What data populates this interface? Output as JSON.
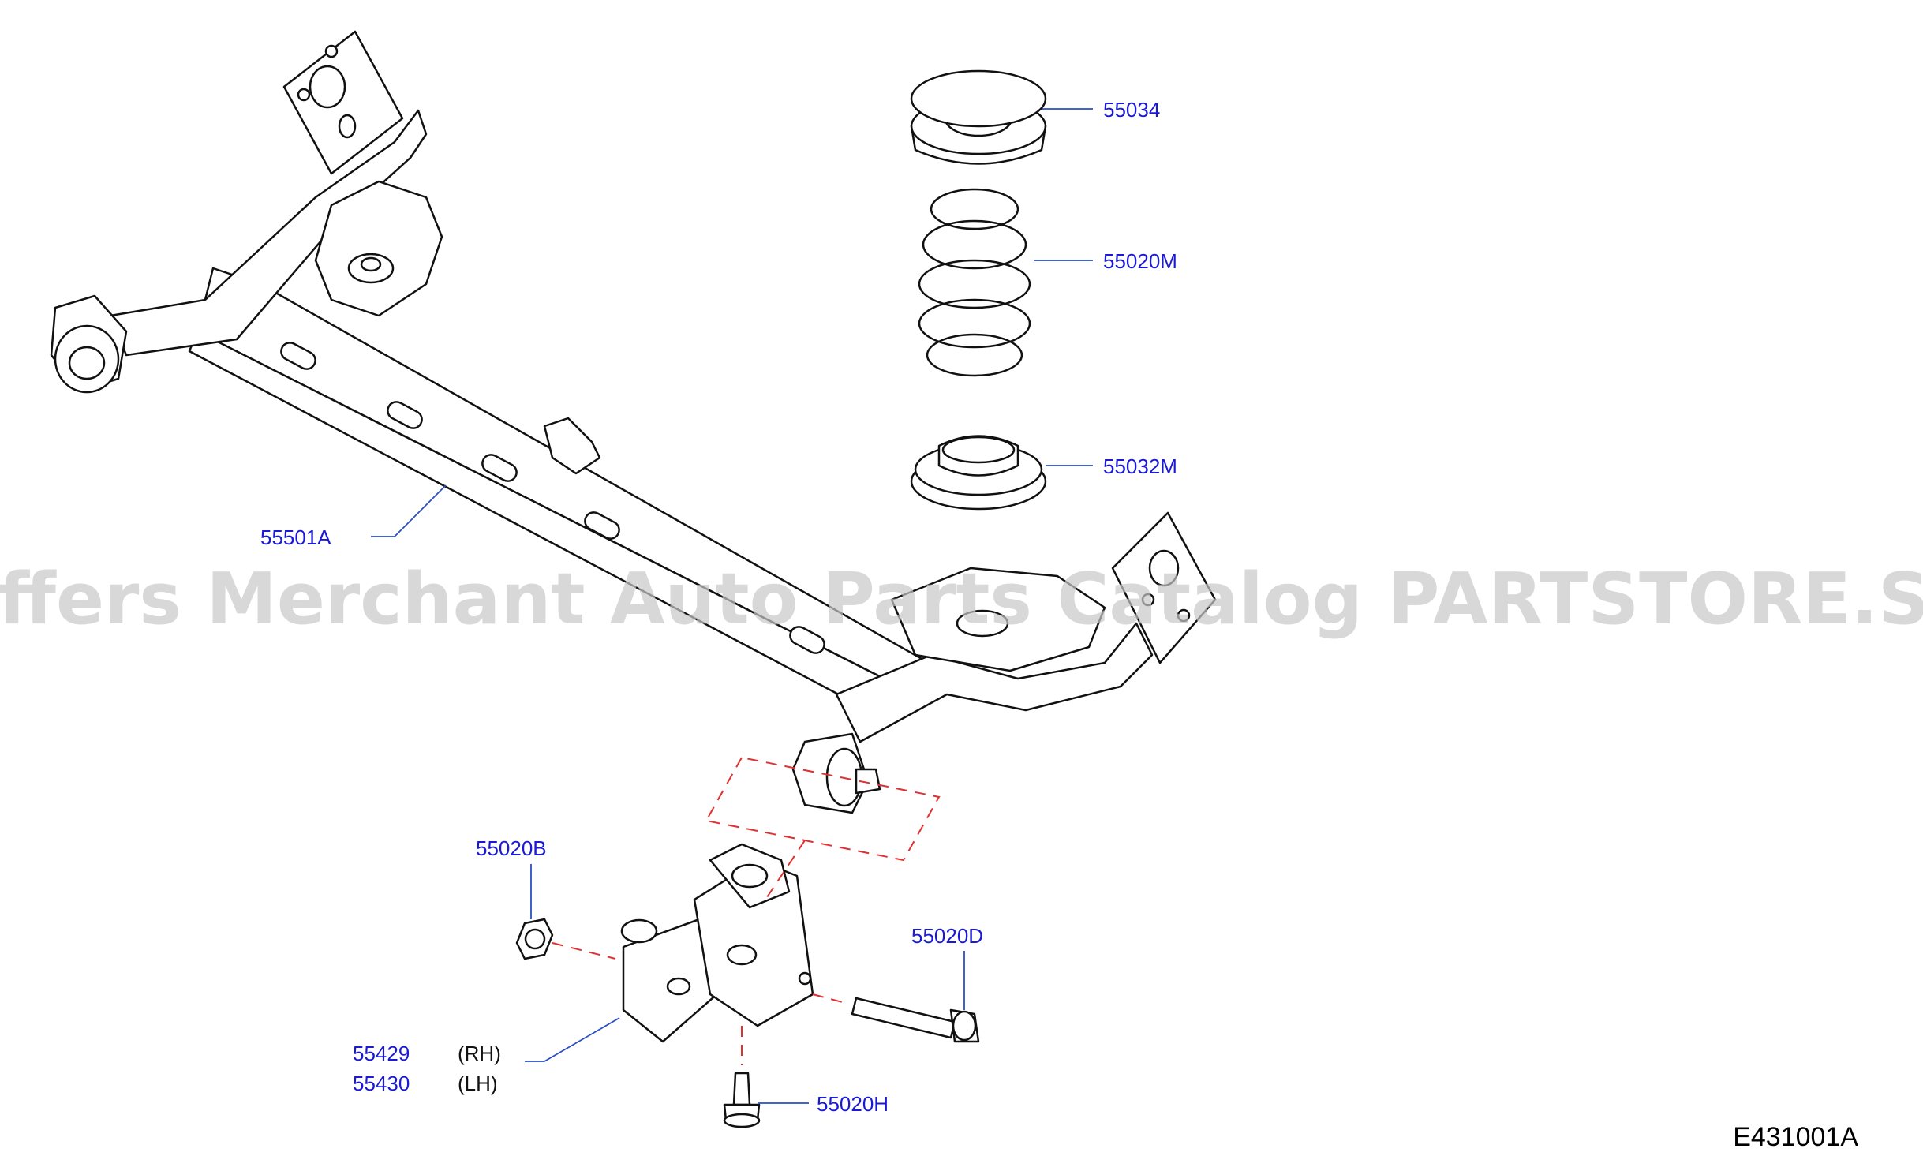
{
  "labels": {
    "p55034": "55034",
    "p55020M": "55020M",
    "p55032M": "55032M",
    "p55501A": "55501A",
    "p55020B": "55020B",
    "p55020D": "55020D",
    "p55429": "55429",
    "p55429_side": "(RH)",
    "p55430": "55430",
    "p55430_side": "(LH)",
    "p55020H": "55020H"
  },
  "diagram_code": "E431001A",
  "watermark": "Offers Merchant Auto Parts Catalog PARTSTORE.SA",
  "colors": {
    "label_blue": "#1a1ad6",
    "leader_blue": "#2b4fc4",
    "dashed_red": "#e03030",
    "line_black": "#111111"
  }
}
